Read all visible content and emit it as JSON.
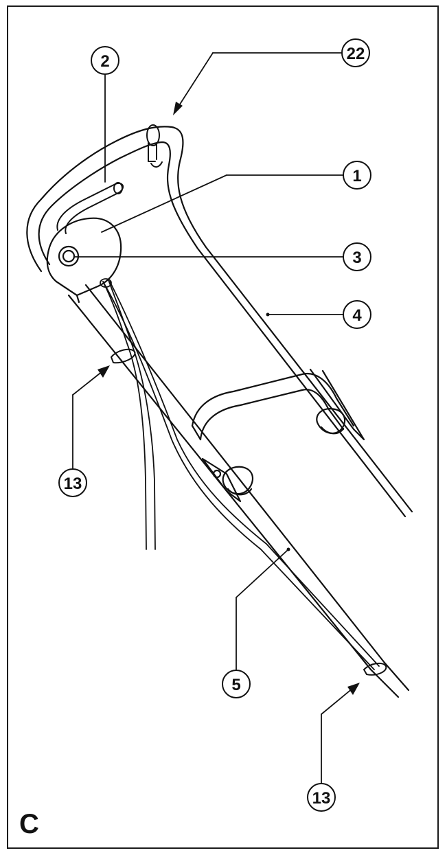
{
  "figure": {
    "letter": "C"
  },
  "callouts": [
    {
      "id": "c22",
      "label": "22"
    },
    {
      "id": "c2",
      "label": "2"
    },
    {
      "id": "c1",
      "label": "1"
    },
    {
      "id": "c3",
      "label": "3"
    },
    {
      "id": "c4",
      "label": "4"
    },
    {
      "id": "c13a",
      "label": "13"
    },
    {
      "id": "c5",
      "label": "5"
    },
    {
      "id": "c13b",
      "label": "13"
    }
  ],
  "colors": {
    "line": "#111111",
    "background": "#ffffff"
  }
}
